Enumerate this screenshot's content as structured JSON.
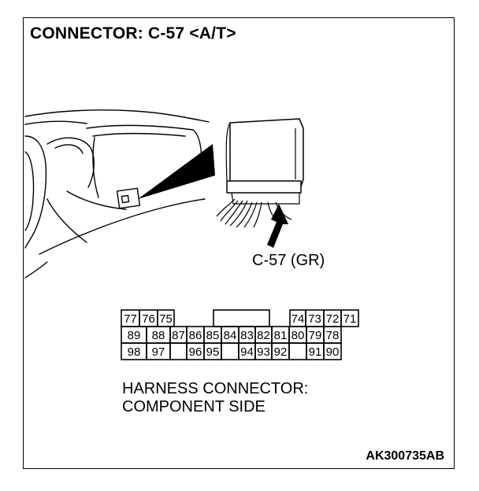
{
  "title": "CONNECTOR: C-57 <A/T>",
  "connector_callout": "C-57 (GR)",
  "caption": {
    "line1": "HARNESS CONNECTOR:",
    "line2": "COMPONENT SIDE"
  },
  "figure_code": "AK300735AB",
  "pins": {
    "row1": [
      "77",
      "76",
      "75",
      "",
      "",
      "",
      "",
      "",
      "",
      "74",
      "73",
      "72",
      "71"
    ],
    "row2": [
      "89",
      "88",
      "87",
      "86",
      "85",
      "84",
      "83",
      "82",
      "81",
      "80",
      "79",
      "78"
    ],
    "row3": [
      "98",
      "97",
      "",
      "96",
      "95",
      "",
      "94",
      "93",
      "92",
      "",
      "91",
      "90"
    ]
  },
  "icons": {
    "illustration": "dashboard-ecu-illustration",
    "pointer": "arrow-icon"
  }
}
